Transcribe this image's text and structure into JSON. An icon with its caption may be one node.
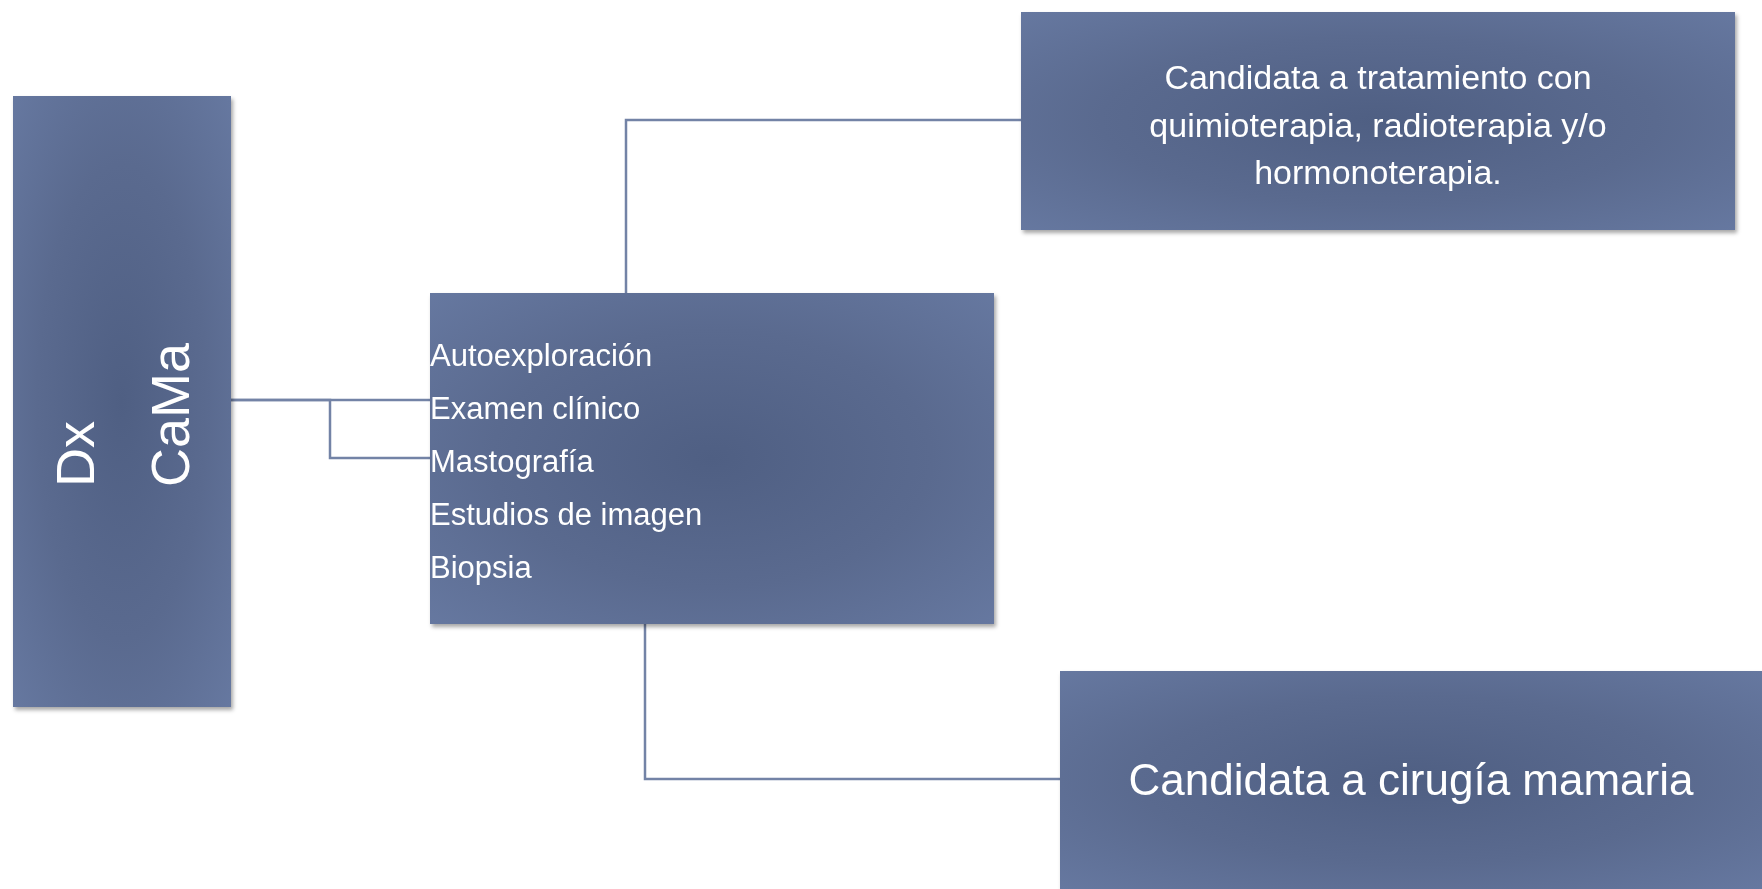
{
  "diagram": {
    "nodes": [
      {
        "text": [
          "Dx CaMa"
        ]
      },
      {
        "text": [
          "Autoexploración",
          "Examen clínico",
          "Mastografía",
          "Estudios de imagen",
          "Biopsia"
        ]
      },
      {
        "text": [
          "Candidata a tratamiento con quimioterapia, radioterapia y/o hormonoterapia."
        ]
      },
      {
        "text": [
          "Candidata a cirugía mamaria"
        ]
      }
    ],
    "edges": [
      {
        "from": 0,
        "to": 1,
        "arrow": "none"
      },
      {
        "from": 0,
        "to": 1,
        "arrow": "none"
      },
      {
        "from": 1,
        "to": 2,
        "arrow": "none"
      },
      {
        "from": 1,
        "to": 3,
        "arrow": "none"
      }
    ]
  }
}
